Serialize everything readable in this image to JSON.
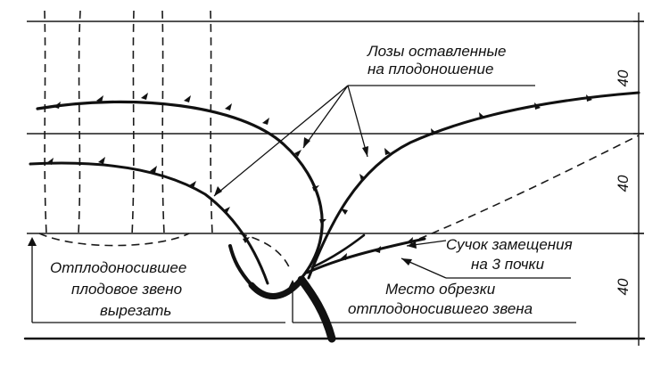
{
  "labels": {
    "canes_fruiting_line1": "Лозы оставленные",
    "canes_fruiting_line2": "на плодоношение",
    "replacement_spur_line1": "Сучок замещения",
    "replacement_spur_line2": "на 3 почки",
    "fruited_link_line1": "Отплодоносившее",
    "fruited_link_line2": "плодовое звено",
    "fruited_link_line3": "вырезать",
    "cut_place_line1": "Место обрезки",
    "cut_place_line2": "отплодоносившего звена"
  },
  "dimensions": {
    "top": "40",
    "middle": "40",
    "bottom": "40"
  },
  "colors": {
    "ink": "#111111",
    "background": "#ffffff"
  }
}
